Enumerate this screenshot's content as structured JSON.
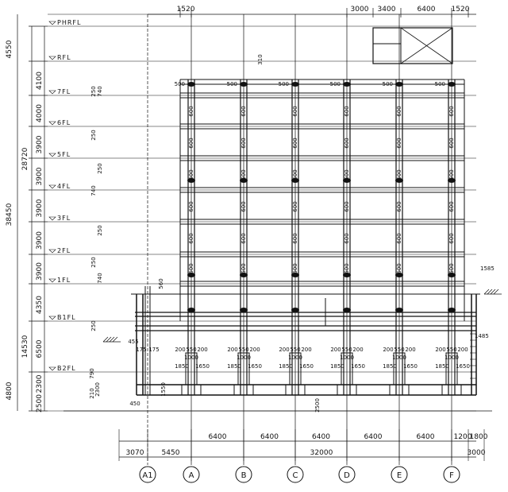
{
  "floors": [
    {
      "label": "PHRFL",
      "height": "4550"
    },
    {
      "label": "RFL",
      "height": "4100"
    },
    {
      "label": "7FL",
      "height": "4000"
    },
    {
      "label": "6FL",
      "height": "3900"
    },
    {
      "label": "5FL",
      "height": "3900"
    },
    {
      "label": "4FL",
      "height": "3900"
    },
    {
      "label": "3FL",
      "height": "3900"
    },
    {
      "label": "2FL",
      "height": "3900"
    },
    {
      "label": "1FL",
      "height": "4350"
    },
    {
      "label": "B1FL",
      "height": "6500"
    },
    {
      "label": "B2FL",
      "height": "2300"
    },
    {
      "label": "",
      "height": "2500"
    }
  ],
  "left_totals": {
    "outer_top": "4550",
    "outer_main": "38450",
    "mid_upper": "28720",
    "mid_lower": "14530",
    "bottom": "4800"
  },
  "axes": [
    "A1",
    "A",
    "B",
    "C",
    "D",
    "E",
    "F"
  ],
  "bottom_dims": {
    "bays": [
      "6400",
      "6400",
      "6400",
      "6400",
      "6400"
    ],
    "end": "1200",
    "end2": "1800",
    "total": "32000",
    "left1": "3070",
    "left2": "5450",
    "right": "3000"
  },
  "top_dims": {
    "left": "1520",
    "d1": "3000",
    "d2": "3400",
    "d3": "6400",
    "d4": "1520"
  },
  "labels": {
    "col_section": "600",
    "col_top": "500",
    "beam_a": "250",
    "beam_b": "740",
    "beam_c": "310",
    "pile_a": "200",
    "pile_b": "550",
    "pile_c": "1000",
    "pile_d": "1650",
    "pile_e": "1850",
    "pile_f": "175",
    "misc_a": "450",
    "misc_b": "455",
    "misc_c": "1585",
    "misc_d": "1485",
    "misc_e": "2300",
    "misc_f": "1550",
    "misc_g": "2500",
    "misc_h": "560",
    "misc_i": "790",
    "misc_j": "210"
  }
}
